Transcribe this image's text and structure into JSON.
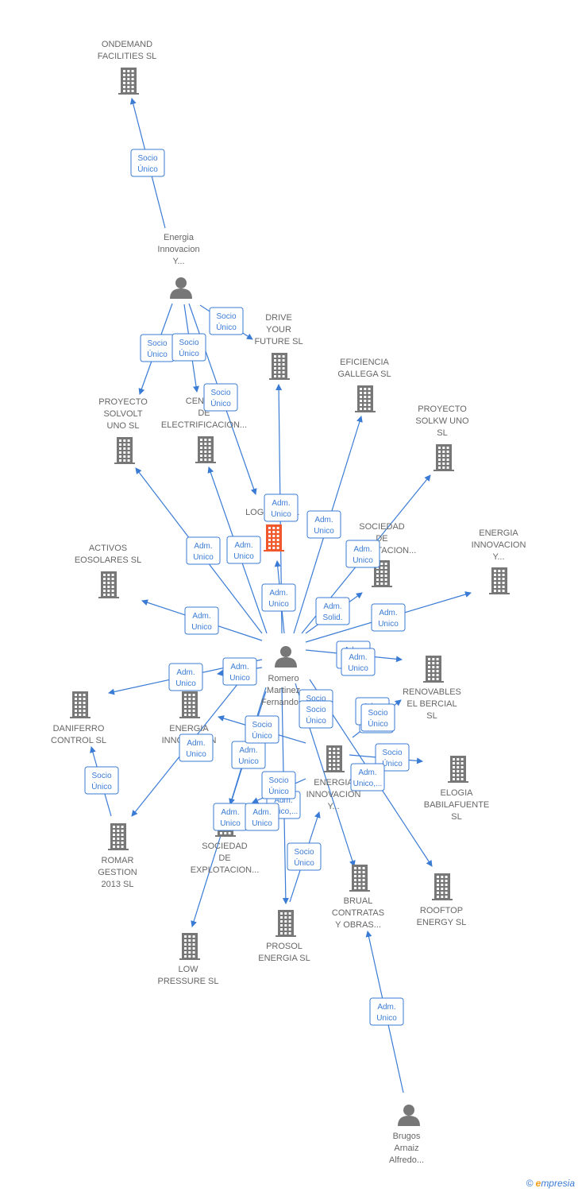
{
  "colors": {
    "edge": "#3a7bd5",
    "node": "#777777",
    "focus": "#f0572a",
    "label_text": "#666666",
    "edge_label_border": "#3a7bd5",
    "edge_label_bg": "#ffffff"
  },
  "nodes": [
    {
      "id": "ondemand",
      "type": "company",
      "label": [
        "ONDEMAND",
        "FACILITIES SL"
      ]
    },
    {
      "id": "eiy_person",
      "type": "person",
      "label": [
        "Energia",
        "Innovacion",
        "Y..."
      ]
    },
    {
      "id": "drive",
      "type": "company",
      "label": [
        "DRIVE",
        "YOUR",
        "FUTURE  SL"
      ]
    },
    {
      "id": "eficiencia",
      "type": "company",
      "label": [
        "EFICIENCIA",
        "GALLEGA SL"
      ]
    },
    {
      "id": "proyecto_solkw",
      "type": "company",
      "label": [
        "PROYECTO",
        "SOLKW UNO",
        "SL"
      ]
    },
    {
      "id": "proyecto_solvolt",
      "type": "company",
      "label": [
        "PROYECTO",
        "SOLVOLT",
        "UNO  SL"
      ]
    },
    {
      "id": "centro",
      "type": "company",
      "label": [
        "CENTRO",
        "DE",
        "ELECTRIFICACION..."
      ]
    },
    {
      "id": "be_logistic",
      "type": "company",
      "focus": true,
      "label": [
        "BE",
        "LOGISTIC  SL"
      ]
    },
    {
      "id": "sociedad1",
      "type": "company",
      "label": [
        "SOCIEDAD",
        "DE",
        "EXPLOTACION..."
      ]
    },
    {
      "id": "energia_right",
      "type": "company",
      "label": [
        "ENERGIA",
        "INNOVACION",
        "Y..."
      ]
    },
    {
      "id": "activos",
      "type": "company",
      "label": [
        "ACTIVOS",
        "EOSOLARES SL"
      ]
    },
    {
      "id": "romero",
      "type": "person",
      "label": [
        "Romero",
        "Martinez",
        "Fernando..."
      ]
    },
    {
      "id": "renovables",
      "type": "company",
      "label": [
        "RENOVABLES",
        "EL BERCIAL",
        "SL"
      ]
    },
    {
      "id": "daniferro",
      "type": "company",
      "label": [
        "DANIFERRO",
        "CONTROL  SL"
      ]
    },
    {
      "id": "energia_mid",
      "type": "company",
      "label": [
        "ENERGIA",
        "INNOVACION",
        "Y..."
      ]
    },
    {
      "id": "energia_center",
      "type": "company",
      "label": [
        "ENERGIA",
        "INNOVACION",
        "Y..."
      ]
    },
    {
      "id": "elogia",
      "type": "company",
      "label": [
        "ELOGIA",
        "BABILAFUENTE",
        "SL"
      ]
    },
    {
      "id": "romar",
      "type": "company",
      "label": [
        "ROMAR",
        "GESTION",
        "2013  SL"
      ]
    },
    {
      "id": "sociedad2",
      "type": "company",
      "label": [
        "SOCIEDAD",
        "DE",
        "EXPLOTACION..."
      ]
    },
    {
      "id": "brual",
      "type": "company",
      "label": [
        "BRUAL",
        "CONTRATAS",
        "Y OBRAS..."
      ]
    },
    {
      "id": "rooftop",
      "type": "company",
      "label": [
        "ROOFTOP",
        "ENERGY  SL"
      ]
    },
    {
      "id": "prosol",
      "type": "company",
      "label": [
        "PROSOL",
        "ENERGIA  SL"
      ]
    },
    {
      "id": "low_pressure",
      "type": "company",
      "label": [
        "LOW",
        "PRESSURE  SL"
      ]
    },
    {
      "id": "brugos",
      "type": "person",
      "label": [
        "Brugos",
        "Arnaiz",
        "Alfredo..."
      ]
    }
  ],
  "edges": [
    {
      "from": "eiy_person",
      "to": "ondemand",
      "label": [
        "Socio",
        "Único"
      ]
    },
    {
      "from": "eiy_person",
      "to": "drive",
      "label": [
        "Socio",
        "Único"
      ]
    },
    {
      "from": "eiy_person",
      "to": "proyecto_solvolt",
      "label": [
        "Socio",
        "Único"
      ]
    },
    {
      "from": "eiy_person",
      "to": "centro",
      "label": [
        "Socio",
        "Único"
      ]
    },
    {
      "from": "eiy_person",
      "to": "be_logistic",
      "label": [
        "Socio",
        "Único"
      ]
    },
    {
      "from": "romero",
      "to": "be_logistic",
      "label": [
        "Adm.",
        "Unico"
      ]
    },
    {
      "from": "romero",
      "to": "drive",
      "label": [
        "Adm.",
        "Unico"
      ]
    },
    {
      "from": "romero",
      "to": "eficiencia",
      "label": [
        "Adm.",
        "Unico"
      ]
    },
    {
      "from": "romero",
      "to": "proyecto_solkw",
      "label": [
        "Adm.",
        "Unico"
      ]
    },
    {
      "from": "romero",
      "to": "proyecto_solvolt",
      "label": [
        "Adm.",
        "Unico"
      ]
    },
    {
      "from": "romero",
      "to": "centro",
      "label": [
        "Adm.",
        "Unico"
      ]
    },
    {
      "from": "romero",
      "to": "activos",
      "label": [
        "Adm.",
        "Unico"
      ]
    },
    {
      "from": "romero",
      "to": "sociedad1",
      "label": [
        "Adm.",
        "Solid."
      ]
    },
    {
      "from": "romero",
      "to": "energia_right",
      "label": [
        "Adm.",
        "Unico"
      ]
    },
    {
      "from": "romero",
      "to": "renovables",
      "label": [
        "Adm.",
        "Unico"
      ]
    },
    {
      "from": "romero",
      "to": "daniferro",
      "label": [
        "Adm.",
        "Unico"
      ]
    },
    {
      "from": "romero",
      "to": "energia_mid",
      "label": [
        "Adm.",
        "Unico"
      ]
    },
    {
      "from": "romero",
      "to": "romar",
      "label": [
        "Adm.",
        "Unico"
      ]
    },
    {
      "from": "romero",
      "to": "sociedad2",
      "label": [
        "Adm.",
        "Unico"
      ]
    },
    {
      "from": "romero",
      "to": "elogia",
      "label": [
        "Adm.",
        "Unico"
      ]
    },
    {
      "from": "romero",
      "to": "rooftop",
      "label": [
        "Adm.",
        "Unico"
      ]
    },
    {
      "from": "romero",
      "to": "prosol",
      "label": [
        "Adm.",
        "Unico,..."
      ]
    },
    {
      "from": "romero",
      "to": "low_pressure",
      "label": [
        "Adm.",
        "Unico"
      ]
    },
    {
      "from": "energia_center",
      "to": "elogia",
      "label": [
        "Socio",
        "Único"
      ]
    },
    {
      "from": "energia_center",
      "to": "renovables",
      "label": [
        "Socio",
        "Único"
      ]
    },
    {
      "from": "energia_center",
      "to": "sociedad2",
      "label": [
        "Socio",
        "Único"
      ]
    },
    {
      "from": "energia_center",
      "to": "energia_mid",
      "label": [
        "Socio",
        "Único"
      ]
    },
    {
      "from": "prosol",
      "to": "energia_center",
      "label": [
        "Socio",
        "Único"
      ]
    },
    {
      "from": "romar",
      "to": "daniferro",
      "label": [
        "Socio",
        "Único"
      ]
    },
    {
      "from": "brugos",
      "to": "brual",
      "label": [
        "Adm.",
        "Unico"
      ]
    }
  ],
  "extra_labels": [
    [
      "Adm.",
      "Unico"
    ],
    [
      "Adm.",
      "Unico"
    ],
    [
      "Adm.",
      "Unico,..."
    ],
    [
      "Socio",
      "Único"
    ],
    [
      "Socio",
      "Único"
    ]
  ],
  "brand": {
    "copyright": "©",
    "initial": "e",
    "rest": "mpresia"
  }
}
